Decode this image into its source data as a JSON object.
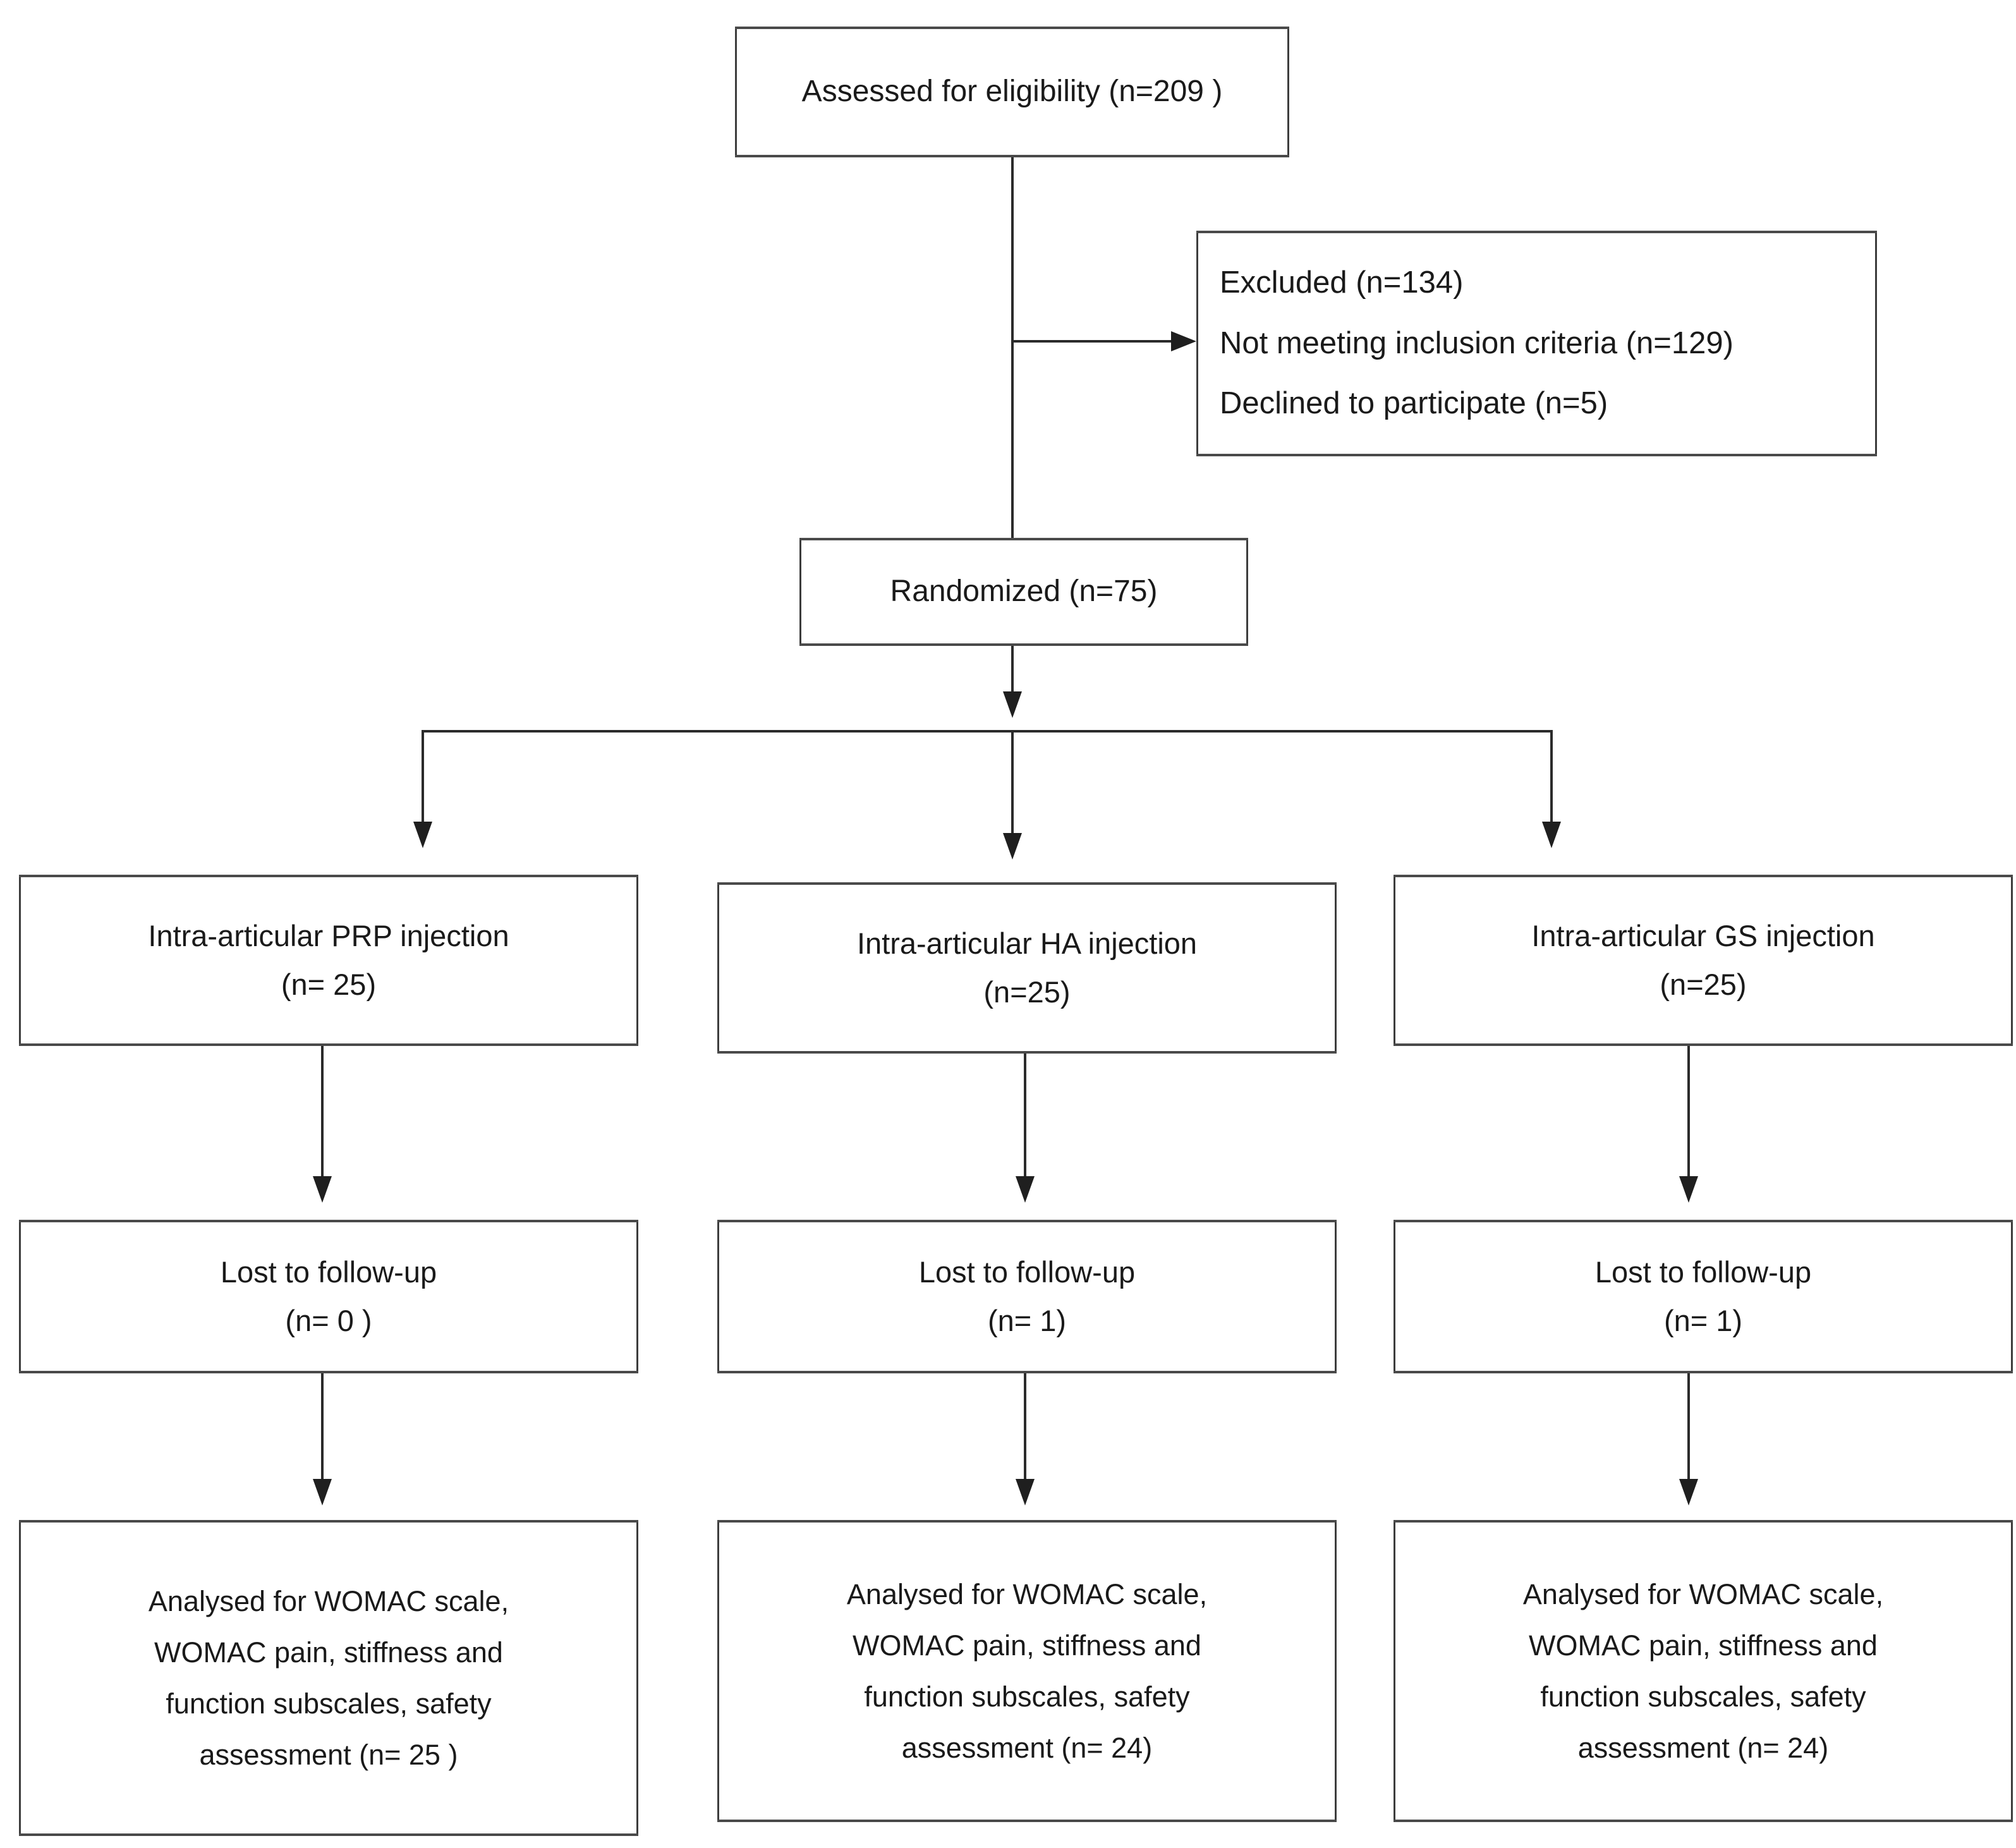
{
  "diagram": {
    "type": "consort-flow-diagram",
    "title": "CONSORT participant flow diagram",
    "nodes": {
      "assessed": {
        "label": "Assessed for eligibility (n=209 )",
        "n": 209
      },
      "excluded": {
        "label": "Excluded  (n=134)\nNot meeting inclusion criteria (n=129)\nDeclined to participate (n=5)",
        "line1": "Excluded  (n=134)",
        "line2": "Not meeting inclusion criteria (n=129)",
        "line3": "Declined to participate (n=5)",
        "n_total": 134,
        "n_not_meeting_criteria": 129,
        "n_declined": 5
      },
      "randomized": {
        "label": "Randomized (n=75)",
        "n": 75
      },
      "allocation_prp": {
        "label": "Intra-articular PRP injection\n(n= 25)",
        "n": 25
      },
      "allocation_ha": {
        "label": "Intra-articular HA injection\n(n=25)",
        "n": 25
      },
      "allocation_gs": {
        "label": "Intra-articular GS injection\n(n=25)",
        "n": 25
      },
      "followup_prp": {
        "label": "Lost to follow-up\n(n= 0 )",
        "n": 0
      },
      "followup_ha": {
        "label": "Lost to follow-up\n(n= 1)",
        "n": 1
      },
      "followup_gs": {
        "label": "Lost to follow-up\n(n= 1)",
        "n": 1
      },
      "analysis_prp": {
        "label": "Analysed for WOMAC scale,\nWOMAC pain, stiffness and\nfunction subscales, safety\nassessment (n= 25 )",
        "n": 25
      },
      "analysis_ha": {
        "label": "Analysed for WOMAC scale,\nWOMAC pain, stiffness and\nfunction subscales, safety\nassessment (n= 24)",
        "n": 24
      },
      "analysis_gs": {
        "label": "Analysed for WOMAC scale,\nWOMAC pain, stiffness and\nfunction subscales, safety\nassessment (n= 24)",
        "n": 24
      }
    },
    "colors": {
      "box_border": "#3d3d3d",
      "connector": "#2b2b2b",
      "text": "#1a1a1a",
      "background": "#ffffff"
    }
  }
}
